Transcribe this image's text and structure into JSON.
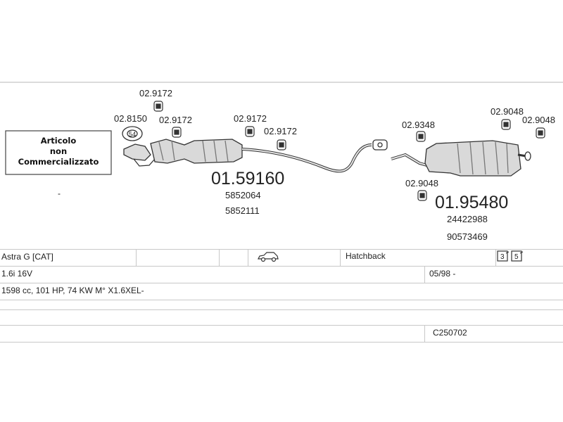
{
  "note": {
    "line1": "Articolo",
    "line2": "non",
    "line3": "Commercializzato"
  },
  "dash_mark": "-",
  "parts": {
    "clamp_a": "02.9172",
    "clamp_b": "02.8150",
    "clamp_c": "02.9172",
    "clamp_d": "02.9172",
    "clamp_e": "02.9172",
    "clamp_f": "02.9348",
    "clamp_g": "02.9048",
    "clamp_h": "02.9048",
    "clamp_i": "02.9048",
    "front_box": "01.59160",
    "front_oe1": "5852064",
    "front_oe2": "5852111",
    "rear_box": "01.95480",
    "rear_oe1": "24422988",
    "rear_oe2": "90573469",
    "gasket_label": "54"
  },
  "vehicle": {
    "model": "Astra G  [CAT]",
    "body": "Hatchback",
    "engine": "1.6i 16V",
    "date": "05/98 -",
    "spec": "1598 cc, 101 HP, 74 KW M° X1.6XEL-",
    "code": "C250702"
  },
  "icons": {
    "car": "car-hatchback-icon",
    "door3": "door-3-icon",
    "door5": "door-5-icon"
  }
}
